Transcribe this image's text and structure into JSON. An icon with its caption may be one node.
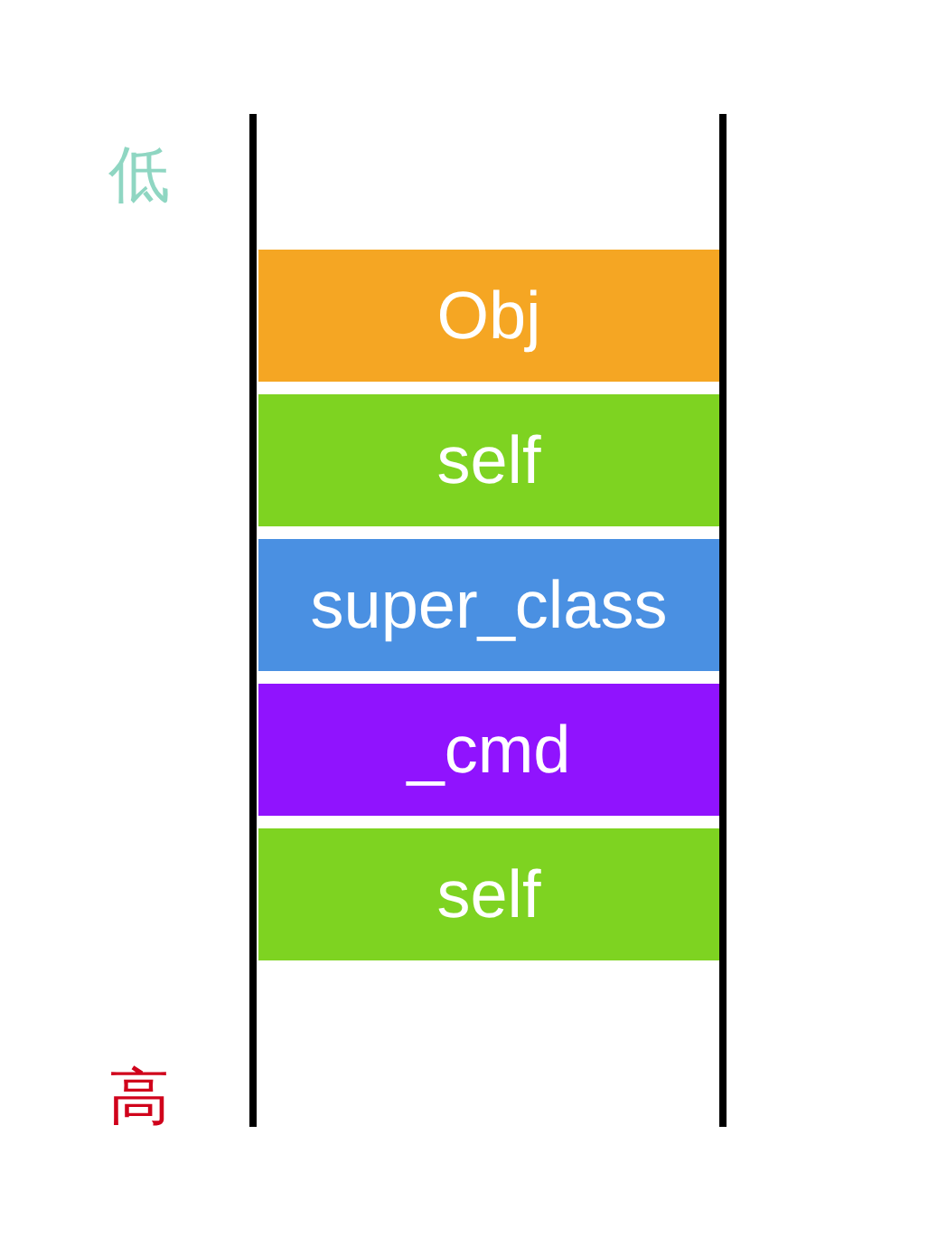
{
  "diagram": {
    "nodes": [
      {
        "text": [
          "Obj"
        ]
      },
      {
        "text": [
          "self"
        ]
      },
      {
        "text": [
          "super_class"
        ]
      },
      {
        "text": [
          "_cmd"
        ]
      },
      {
        "text": [
          "self"
        ]
      }
    ],
    "labels": [
      "低",
      "高"
    ]
  }
}
